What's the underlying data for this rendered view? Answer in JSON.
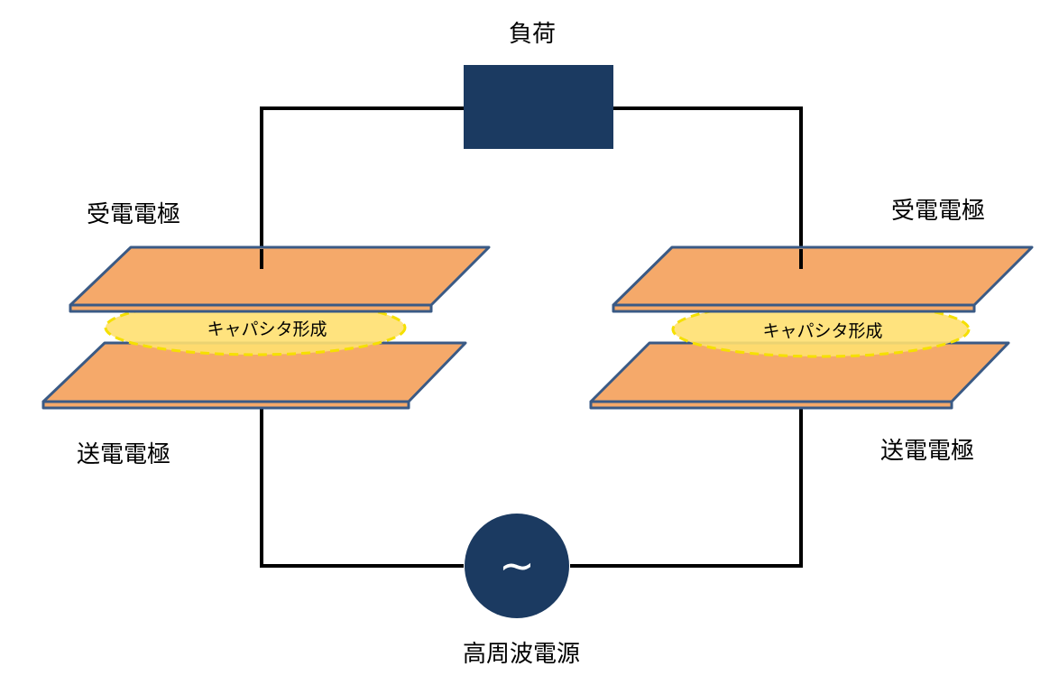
{
  "load": {
    "label": "負荷",
    "color": "#1b3a61"
  },
  "source": {
    "label": "高周波電源",
    "symbol": "~",
    "color": "#1b3a61"
  },
  "electrodes": {
    "receiving_label": "受電電極",
    "transmitting_label": "送電電極",
    "plate_fill": "#f5a96a",
    "plate_edge": "#3a5a85"
  },
  "capacitor": {
    "label": "キャパシタ形成",
    "fill": "#ffe070",
    "outline": "#f5e000"
  },
  "wire_color": "#000000",
  "icons": {
    "load": "load-box",
    "source": "ac-source-circle"
  }
}
